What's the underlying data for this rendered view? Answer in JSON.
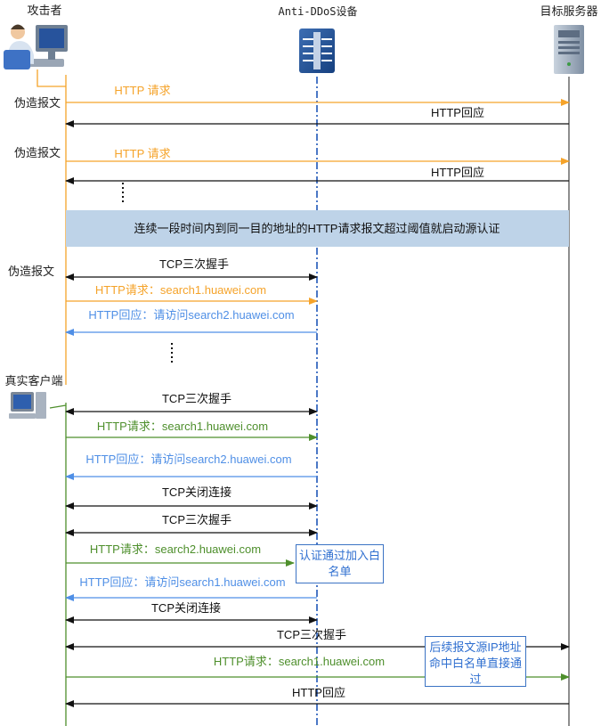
{
  "colors": {
    "orange": "#f5a32a",
    "black": "#111111",
    "blue": "#4f8fe6",
    "green": "#4e8f2c",
    "banner_bg": "#bed3e8",
    "device_line": "#1f56b8"
  },
  "participants": {
    "attacker": "攻击者",
    "device": "Anti-DDoS设备",
    "server": "目标服务器",
    "client": "真实客户端"
  },
  "icons": {
    "attacker": "computer-user-icon",
    "device": "firewall-device-icon",
    "server": "server-tower-icon",
    "client": "desktop-computer-icon"
  },
  "side_labels": {
    "forged_1": "伪造报文",
    "forged_2": "伪造报文",
    "forged_3": "伪造报文"
  },
  "banner": "连续一段时间内到同一目的地址的HTTP请求报文超过阈值就启动源认证",
  "notes": {
    "whitelist": "认证通过加入白名单",
    "direct_pass": "后续报文源IP地址命中白名单直接通过"
  },
  "messages": [
    {
      "label": "HTTP 请求",
      "color": "orange"
    },
    {
      "label": "HTTP回应",
      "color": "black"
    },
    {
      "label": "HTTP 请求",
      "color": "orange"
    },
    {
      "label": "HTTP回应",
      "color": "black"
    },
    {
      "label": "TCP三次握手",
      "color": "black"
    },
    {
      "label": "HTTP请求：search1.huawei.com",
      "color": "orange"
    },
    {
      "label": "HTTP回应：请访问search2.huawei.com",
      "color": "blue"
    },
    {
      "label": "TCP三次握手",
      "color": "black"
    },
    {
      "label": "HTTP请求：search1.huawei.com",
      "color": "green"
    },
    {
      "label": "HTTP回应：请访问search2.huawei.com",
      "color": "blue"
    },
    {
      "label": "TCP关闭连接",
      "color": "black"
    },
    {
      "label": "TCP三次握手",
      "color": "black"
    },
    {
      "label": "HTTP请求：search2.huawei.com",
      "color": "green"
    },
    {
      "label": "HTTP回应：请访问search1.huawei.com",
      "color": "blue"
    },
    {
      "label": "TCP关闭连接",
      "color": "black"
    },
    {
      "label": "TCP三次握手",
      "color": "black"
    },
    {
      "label": "HTTP请求：search1.huawei.com",
      "color": "green"
    },
    {
      "label": "HTTP回应",
      "color": "black"
    }
  ]
}
